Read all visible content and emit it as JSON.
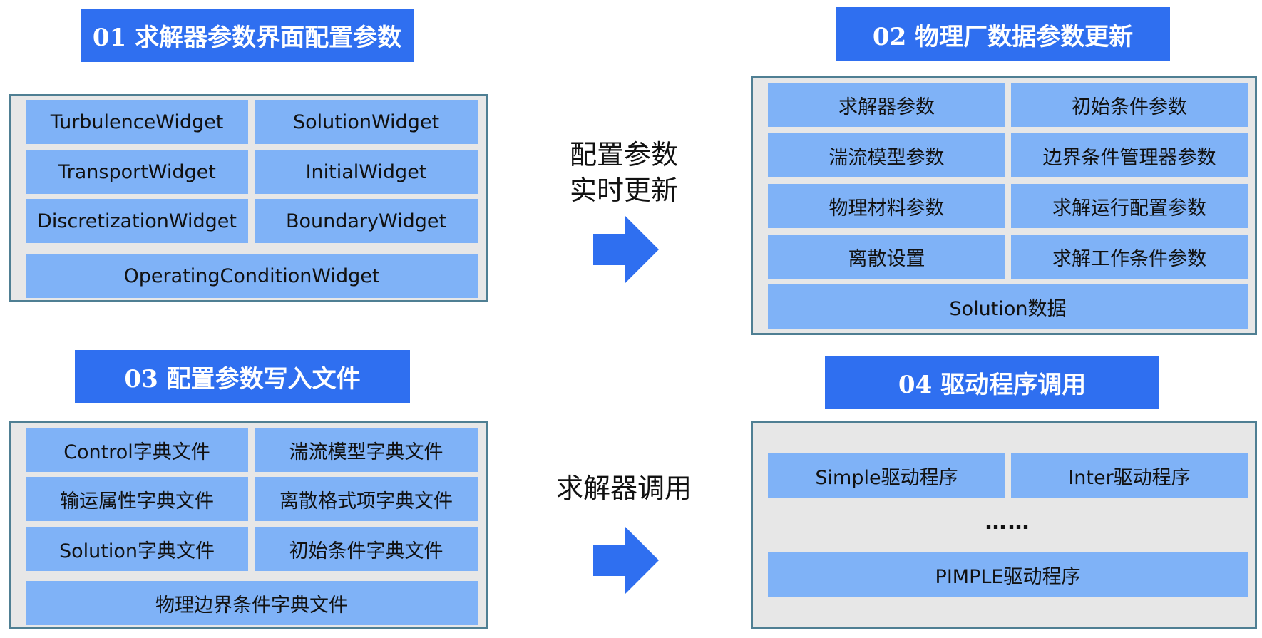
{
  "section1": {
    "title": "01 求解器参数界面配置参数",
    "cells": [
      "TurbulenceWidget",
      "SolutionWidget",
      "TransportWidget",
      "InitialWidget",
      "DiscretizationWidget",
      "BoundaryWidget",
      "OperatingConditionWidget"
    ]
  },
  "section2": {
    "title": "02 物理厂数据参数更新",
    "cells": [
      "求解器参数",
      "初始条件参数",
      "湍流模型参数",
      "边界条件管理器参数",
      "物理材料参数",
      "求解运行配置参数",
      "离散设置",
      "求解工作条件参数",
      "Solution数据"
    ]
  },
  "section3": {
    "title": "03 配置参数写入文件",
    "cells": [
      "Control字典文件",
      "湍流模型字典文件",
      "输运属性字典文件",
      "离散格式项字典文件",
      "Solution字典文件",
      "初始条件字典文件",
      "物理边界条件字典文件"
    ]
  },
  "section4": {
    "title": "04 驱动程序调用",
    "cells": [
      "Simple驱动程序",
      "Inter驱动程序",
      "PIMPLE驱动程序"
    ],
    "ellipsis": "……"
  },
  "connectors": {
    "top_line1": "配置参数",
    "top_line2": "实时更新",
    "bottom": "求解器调用"
  },
  "colors": {
    "title_bg": "#2f6ff0",
    "cell_bg": "#7fb2f7",
    "panel_bg": "#e7e7e7",
    "panel_border": "#4f7f93",
    "arrow": "#2f6ff0"
  }
}
